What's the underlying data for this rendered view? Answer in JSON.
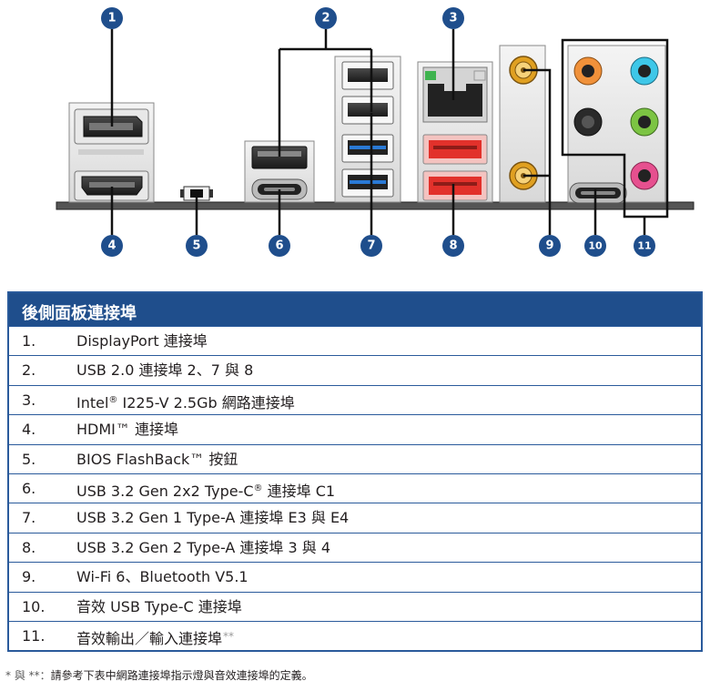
{
  "callouts": [
    "1",
    "2",
    "3",
    "4",
    "5",
    "6",
    "7",
    "8",
    "9",
    "10",
    "11"
  ],
  "table": {
    "title": "後側面板連接埠",
    "rows": [
      {
        "num": "1.",
        "parts": [
          {
            "t": "DisplayPort 連接埠"
          }
        ]
      },
      {
        "num": "2.",
        "parts": [
          {
            "t": "USB 2.0 連接埠 2、7 與 8"
          }
        ]
      },
      {
        "num": "3.",
        "parts": [
          {
            "t": "Intel"
          },
          {
            "t": "®",
            "sup": true
          },
          {
            "t": " I225-V 2.5Gb 網路連接埠"
          }
        ]
      },
      {
        "num": "4.",
        "parts": [
          {
            "t": "HDMI™ 連接埠"
          }
        ]
      },
      {
        "num": "5.",
        "parts": [
          {
            "t": "BIOS FlashBack™ 按鈕"
          }
        ]
      },
      {
        "num": "6.",
        "parts": [
          {
            "t": "USB 3.2 Gen 2x2 Type-C"
          },
          {
            "t": "®",
            "sup": true
          },
          {
            "t": " 連接埠 C1"
          }
        ]
      },
      {
        "num": "7.",
        "parts": [
          {
            "t": "USB 3.2 Gen 1 Type-A 連接埠 E3 與 E4"
          }
        ]
      },
      {
        "num": "8.",
        "parts": [
          {
            "t": "USB 3.2 Gen 2 Type-A 連接埠 3 與 4"
          }
        ]
      },
      {
        "num": "9.",
        "parts": [
          {
            "t": "Wi-Fi 6、Bluetooth V5.1"
          }
        ]
      },
      {
        "num": "10.",
        "parts": [
          {
            "t": "音效 USB Type-C 連接埠"
          }
        ]
      },
      {
        "num": "11.",
        "parts": [
          {
            "t": "音效輸出／輸入連接埠"
          },
          {
            "t": "**",
            "stars": true
          }
        ]
      }
    ]
  },
  "footnote": {
    "marker": "* 與 **：",
    "text": "請參考下表中網路連接埠指示燈與音效連接埠的定義。"
  },
  "colors": {
    "callout": "#1f4e8c",
    "header": "#1f4e8c",
    "border": "#2a5a9b",
    "usb3_blue": "#2a7ad6",
    "usb_red": "#e2312b",
    "lan_led_green": "#3fb34f",
    "antenna_gold": "#e0a021",
    "audio_orange": "#f0913a",
    "audio_blue": "#3ec7e8",
    "audio_black": "#2a2a2a",
    "audio_green": "#7cc443",
    "audio_pink": "#e6508f"
  }
}
